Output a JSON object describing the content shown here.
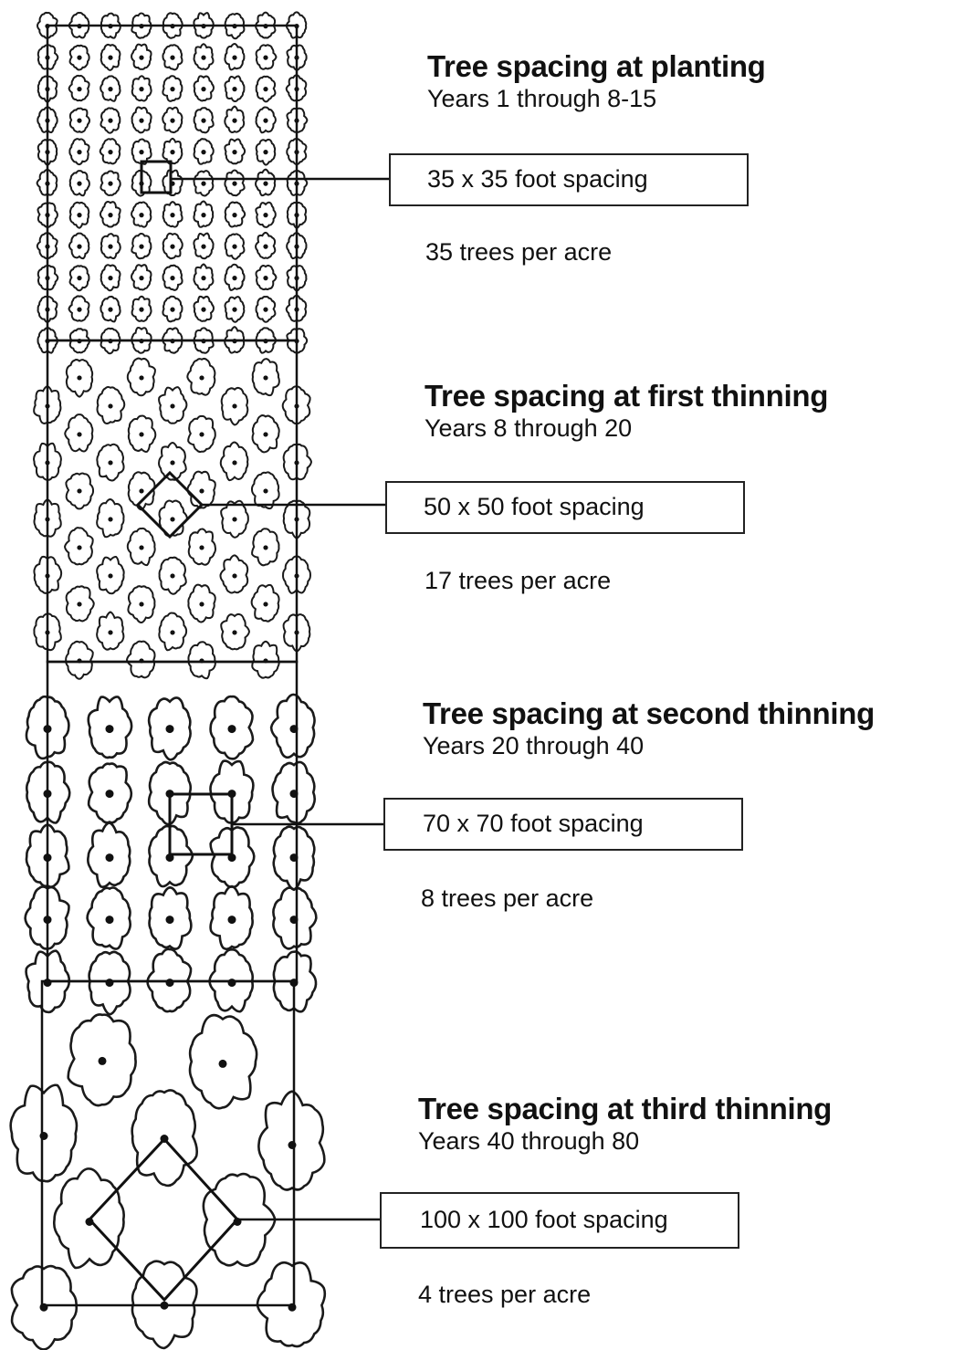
{
  "stages": [
    {
      "title": "Tree spacing at planting",
      "years": "Years 1 through 8-15",
      "spacing": "35 x 35 foot spacing",
      "density": "35 trees per acre"
    },
    {
      "title": "Tree spacing at first thinning",
      "years": "Years 8 through 20",
      "spacing": "50 x 50 foot spacing",
      "density": "17 trees per acre"
    },
    {
      "title": "Tree spacing at second thinning",
      "years": "Years 20 through 40",
      "spacing": "70 x 70 foot spacing",
      "density": "8 trees per acre"
    },
    {
      "title": "Tree spacing at third thinning",
      "years": "Years 40 through 80",
      "spacing": "100 x 100 foot spacing",
      "density": "4 trees per acre"
    }
  ]
}
